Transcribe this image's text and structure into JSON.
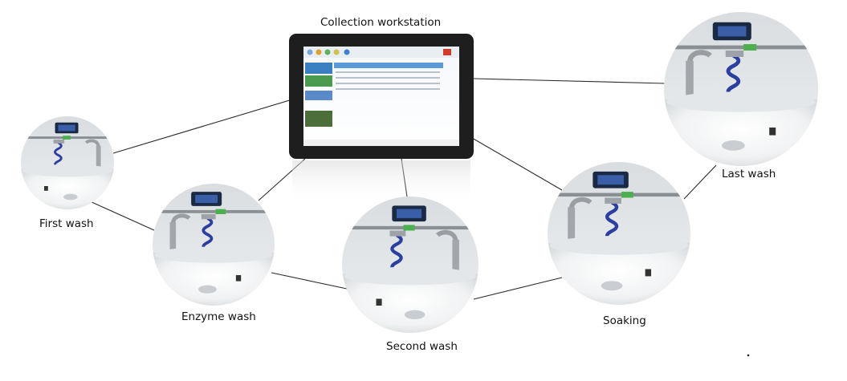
{
  "title": "Collection workstation",
  "stations": {
    "first": "First wash",
    "enzyme": "Enzyme wash",
    "second": "Second wash",
    "soaking": "Soaking",
    "last": "Last wash"
  }
}
